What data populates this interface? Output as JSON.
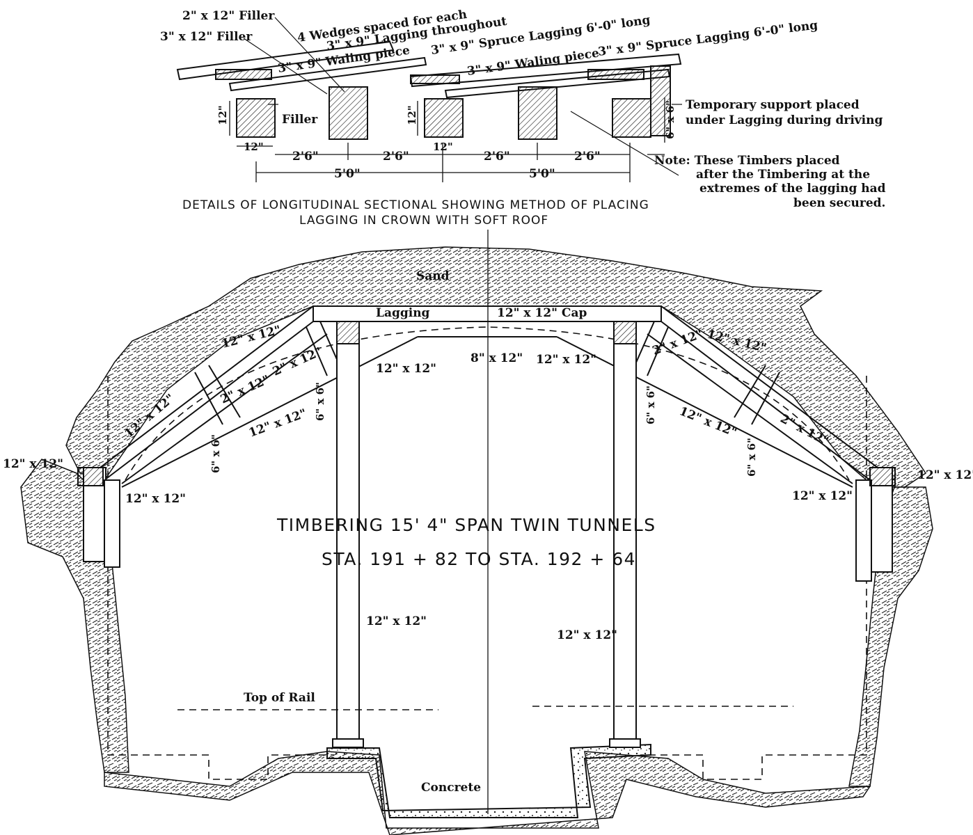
{
  "detail": {
    "filler_2x12": "2\" x 12\" Filler",
    "filler_3x12": "3\" x 12\" Filler",
    "wedges": "4 Wedges spaced for each",
    "lagging_throughout": "3\" x 9\" Lagging throughout",
    "spruce_lagging_1": "3\" x 9\" Spruce Lagging 6'-0\" long",
    "spruce_lagging_2": "3\" x 9\" Spruce Lagging 6'-0\" long",
    "waling_1": "3\" x 9\" Waling piece",
    "waling_2": "3\" x 9\" Waling piece",
    "filler": "Filler",
    "dim_12_vertical_left": "12\"",
    "dim_12_vertical_mid": "12\"",
    "dim_6x6": "6\" x 6\"",
    "dim_12_left": "12\"",
    "dim_12_mid": "12\"",
    "dim_2_6_a": "2'6\"",
    "dim_2_6_b": "2'6\"",
    "dim_2_6_c": "2'6\"",
    "dim_2_6_d": "2'6\"",
    "dim_5_0_a": "5'0\"",
    "dim_5_0_b": "5'0\"",
    "temp_support_1": "Temporary support placed",
    "temp_support_2": "under Lagging during driving",
    "note_1": "Note: These Timbers placed",
    "note_2": "after the Timbering at the",
    "note_3": "extremes of the lagging had",
    "note_4": "been secured.",
    "title_1": "DETAILS OF LONGITUDINAL SECTIONAL SHOWING METHOD OF PLACING",
    "title_2": "LAGGING IN CROWN WITH SOFT ROOF"
  },
  "section": {
    "sand": "Sand",
    "lagging": "Lagging",
    "cap": "12\" x 12\"  Cap",
    "cap_8x12": "8\" x 12\"",
    "post_12x12_a": "12\" x 12\"",
    "post_12x12_b": "12\" x 12\"",
    "left_12x12_top": "12\" x 12\"",
    "left_12x12_diag": "12\" x 12\"",
    "left_12x12_low": "12\" x 12\"",
    "left_2x12_a": "2\" x 12\"",
    "left_2x12_b": "2\" x 12\"",
    "left_6x6_a": "6\" x 6\"",
    "left_6x6_b": "6\" x 6\"",
    "left_outer": "12\" x 12\"",
    "left_sill": "12\" x 12\"",
    "right_12x12_top": "12\" x 12\"",
    "right_12x12_low": "12\" x 12\"",
    "right_2x12_a": "2\" x 12\"",
    "right_2x12_b": "2\" x 12\"",
    "right_6x6_a": "6\" x 6\"",
    "right_6x6_b": "6\" x 6\"",
    "right_outer": "12\" x 12\"",
    "right_sill": "12\" x 12\"",
    "title_1": "TIMBERING 15' 4\" SPAN TWIN TUNNELS",
    "title_2": "STA. 191 + 82 TO STA. 192 + 64",
    "post_lower_left": "12\" x 12\"",
    "post_lower_right": "12\" x 12\"",
    "top_of_rail": "Top of Rail",
    "concrete": "Concrete"
  }
}
